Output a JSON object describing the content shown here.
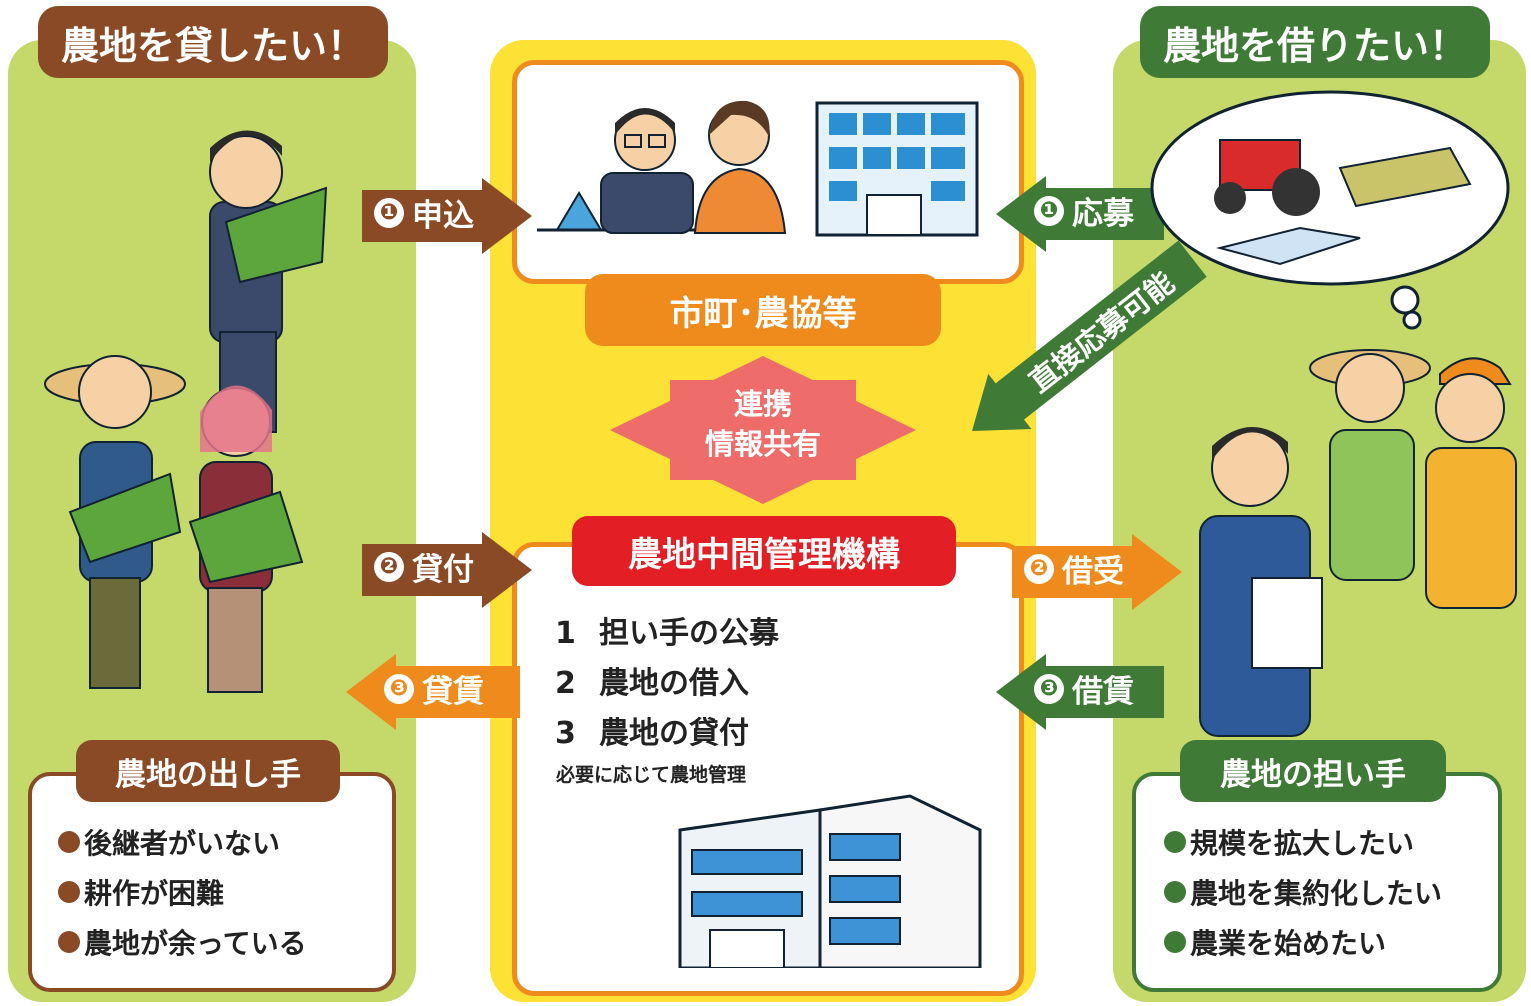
{
  "left": {
    "header": "農地を貸したい！",
    "box_title": "農地の出し手",
    "bullets": [
      "後継者がいない",
      "耕作が困難",
      "農地が余っている"
    ]
  },
  "right": {
    "header": "農地を借りたい！",
    "box_title": "農地の担い手",
    "bullets": [
      "規模を拡大したい",
      "農地を集約化したい",
      "農業を始めたい"
    ]
  },
  "center": {
    "top_label": "市町･農協等",
    "link_lines": [
      "連携",
      "情報共有"
    ],
    "org_title": "農地中間管理機構",
    "tasks": [
      {
        "num": "1",
        "text": "担い手の公募"
      },
      {
        "num": "2",
        "text": "農地の借入"
      },
      {
        "num": "3",
        "text": "農地の貸付"
      }
    ],
    "note": "必要に応じて農地管理"
  },
  "arrows": {
    "apply": {
      "num": "❶",
      "label": "申込"
    },
    "entry": {
      "num": "❶",
      "label": "応募"
    },
    "lend": {
      "num": "❷",
      "label": "貸付"
    },
    "borrow": {
      "num": "❷",
      "label": "借受"
    },
    "rent_in": {
      "num": "❸",
      "label": "貸賃"
    },
    "rent_out": {
      "num": "❸",
      "label": "借賃"
    },
    "direct": {
      "label": "直接応募可能"
    }
  },
  "colors": {
    "panel_green": "#c5d96a",
    "panel_yellow": "#fde135",
    "brown": "#8a4a26",
    "dark_green": "#3f7a36",
    "orange": "#ef8a1c",
    "red": "#e31e25",
    "pink": "#ee6c6a"
  }
}
